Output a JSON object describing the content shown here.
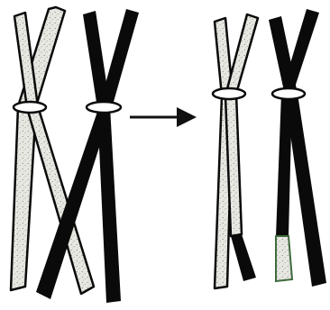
{
  "diagram": {
    "description_free": true,
    "colors": {
      "background": "#ffffff",
      "light_chromatid_fill": "#e8e8e2",
      "light_chromatid_speckle": "#8a8a84",
      "dark_chromatid": "#0a0a0a",
      "outline": "#0a0a0a",
      "centromere_fill": "#ffffff",
      "arrow": "#111111",
      "recombined_tint": "#3f6b3f"
    },
    "panels": [
      {
        "id": "before",
        "state": "homologous chromosomes with chiasma"
      },
      {
        "id": "after",
        "state": "chromosomes after crossing over"
      }
    ],
    "arrow": {
      "direction": "right"
    }
  }
}
